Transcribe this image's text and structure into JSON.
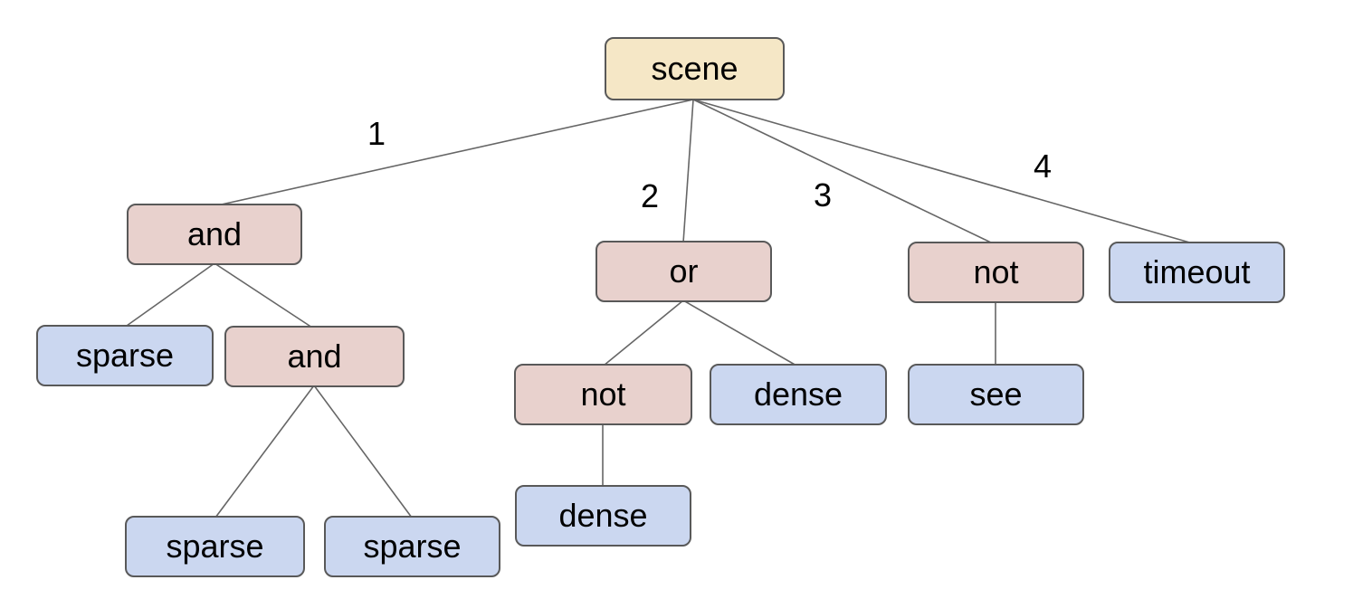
{
  "diagram": {
    "background": "#ffffff",
    "colors": {
      "background": "#ffffff",
      "root_fill": "#f5e7c6",
      "operator_fill": "#e8d1cd",
      "leaf_fill": "#cbd7f0",
      "node_border": "#595959",
      "edge_line": "#666666",
      "text": "#000000"
    },
    "tree": {
      "label": "scene",
      "children": [
        {
          "edge_label": "1",
          "label": "and",
          "children": [
            {
              "label": "sparse"
            },
            {
              "label": "and",
              "children": [
                {
                  "label": "sparse"
                },
                {
                  "label": "sparse"
                }
              ]
            }
          ]
        },
        {
          "edge_label": "2",
          "label": "or",
          "children": [
            {
              "label": "not",
              "children": [
                {
                  "label": "dense"
                }
              ]
            },
            {
              "label": "dense"
            }
          ]
        },
        {
          "edge_label": "3",
          "label": "not",
          "children": [
            {
              "label": "see"
            }
          ]
        },
        {
          "edge_label": "4",
          "label": "timeout"
        }
      ]
    }
  }
}
